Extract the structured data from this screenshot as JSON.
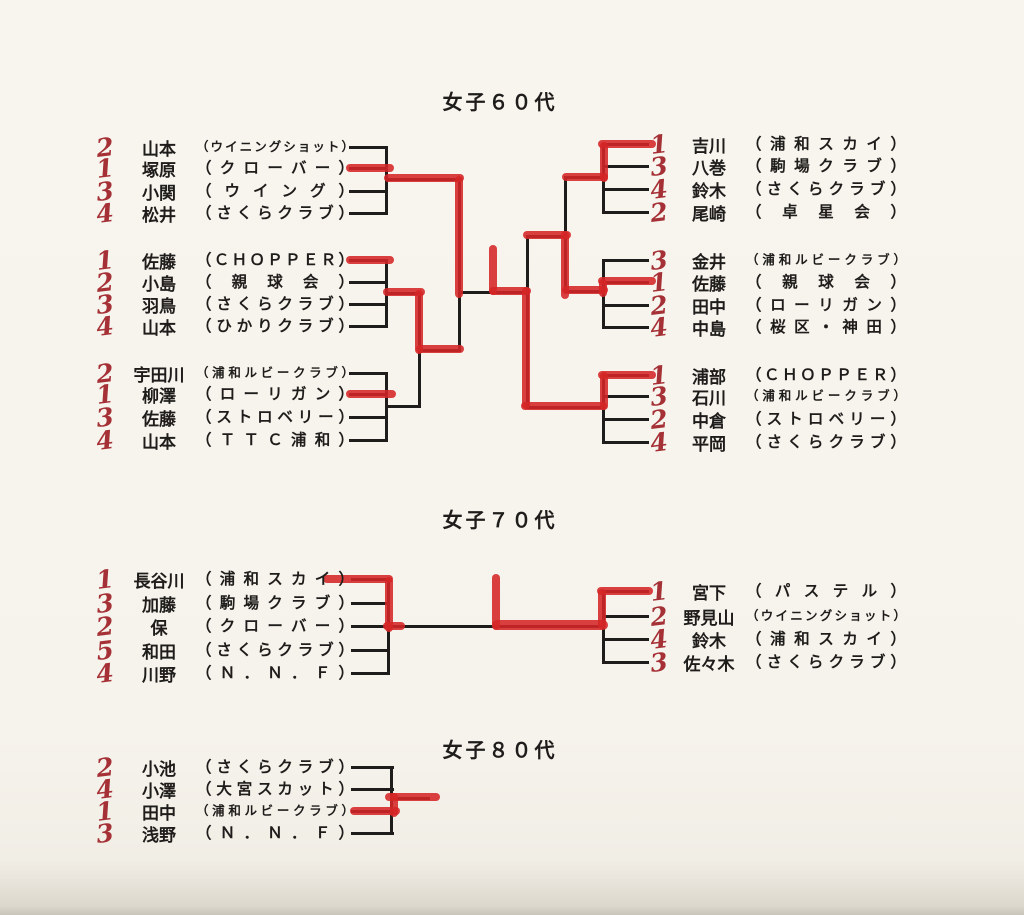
{
  "colors": {
    "paper": "#f6f3ec",
    "ink": "#1f1d1b",
    "marker": "#d52527",
    "seed": "#a53136"
  },
  "sections": [
    {
      "title": "女子６０代",
      "groups": [
        {
          "side": "left",
          "entries": [
            {
              "seed": "2",
              "name": "山本",
              "club": "（ウイニングショット）"
            },
            {
              "seed": "1",
              "name": "塚原",
              "club": "（クローバー）"
            },
            {
              "seed": "3",
              "name": "小関",
              "club": "（ウイング）"
            },
            {
              "seed": "4",
              "name": "松井",
              "club": "（さくらクラブ）"
            }
          ]
        },
        {
          "side": "left",
          "entries": [
            {
              "seed": "1",
              "name": "佐藤",
              "club": "（ＣＨＯＰＰＥＲ）"
            },
            {
              "seed": "2",
              "name": "小島",
              "club": "（親球会）"
            },
            {
              "seed": "3",
              "name": "羽鳥",
              "club": "（さくらクラブ）"
            },
            {
              "seed": "4",
              "name": "山本",
              "club": "（ひかりクラブ）"
            }
          ]
        },
        {
          "side": "left",
          "entries": [
            {
              "seed": "2",
              "name": "宇田川",
              "club": "（浦和ルビークラブ）"
            },
            {
              "seed": "1",
              "name": "柳澤",
              "club": "（ローリガン）"
            },
            {
              "seed": "3",
              "name": "佐藤",
              "club": "（ストロベリー）"
            },
            {
              "seed": "4",
              "name": "山本",
              "club": "（ＴＴＣ浦和）"
            }
          ]
        },
        {
          "side": "right",
          "entries": [
            {
              "seed": "1",
              "name": "吉川",
              "club": "（浦和スカイ）"
            },
            {
              "seed": "3",
              "name": "八巻",
              "club": "（駒場クラブ）"
            },
            {
              "seed": "4",
              "name": "鈴木",
              "club": "（さくらクラブ）"
            },
            {
              "seed": "2",
              "name": "尾崎",
              "club": "（卓星会）"
            }
          ]
        },
        {
          "side": "right",
          "entries": [
            {
              "seed": "3",
              "name": "金井",
              "club": "（浦和ルビークラブ）"
            },
            {
              "seed": "1",
              "name": "佐藤",
              "club": "（親球会）"
            },
            {
              "seed": "2",
              "name": "田中",
              "club": "（ローリガン）"
            },
            {
              "seed": "4",
              "name": "中島",
              "club": "（桜区・神田）"
            }
          ]
        },
        {
          "side": "right",
          "entries": [
            {
              "seed": "1",
              "name": "浦部",
              "club": "（ＣＨＯＰＰＥＲ）"
            },
            {
              "seed": "3",
              "name": "石川",
              "club": "（浦和ルビークラブ）"
            },
            {
              "seed": "2",
              "name": "中倉",
              "club": "（ストロベリー）"
            },
            {
              "seed": "4",
              "name": "平岡",
              "club": "（さくらクラブ）"
            }
          ]
        }
      ]
    },
    {
      "title": "女子７０代",
      "groups": [
        {
          "side": "left",
          "entries": [
            {
              "seed": "1",
              "name": "長谷川",
              "club": "（浦和スカイ）"
            },
            {
              "seed": "3",
              "name": "加藤",
              "club": "（駒場クラブ）"
            },
            {
              "seed": "2",
              "name": "保",
              "club": "（クローバー）"
            },
            {
              "seed": "5",
              "name": "和田",
              "club": "（さくらクラブ）"
            },
            {
              "seed": "4",
              "name": "川野",
              "club": "（Ｎ．Ｎ．Ｆ）"
            }
          ]
        },
        {
          "side": "right",
          "entries": [
            {
              "seed": "1",
              "name": "宮下",
              "club": "（パステル）"
            },
            {
              "seed": "2",
              "name": "野見山",
              "club": "（ウイニングショット）"
            },
            {
              "seed": "4",
              "name": "鈴木",
              "club": "（浦和スカイ）"
            },
            {
              "seed": "3",
              "name": "佐々木",
              "club": "（さくらクラブ）"
            }
          ]
        }
      ]
    },
    {
      "title": "女子８０代",
      "groups": [
        {
          "side": "left",
          "entries": [
            {
              "seed": "2",
              "name": "小池",
              "club": "（さくらクラブ）"
            },
            {
              "seed": "4",
              "name": "小澤",
              "club": "（大宮スカット）"
            },
            {
              "seed": "1",
              "name": "田中",
              "club": "（浦和ルビークラブ）"
            },
            {
              "seed": "3",
              "name": "浅野",
              "club": "（Ｎ．Ｎ．Ｆ）"
            }
          ]
        }
      ]
    }
  ]
}
